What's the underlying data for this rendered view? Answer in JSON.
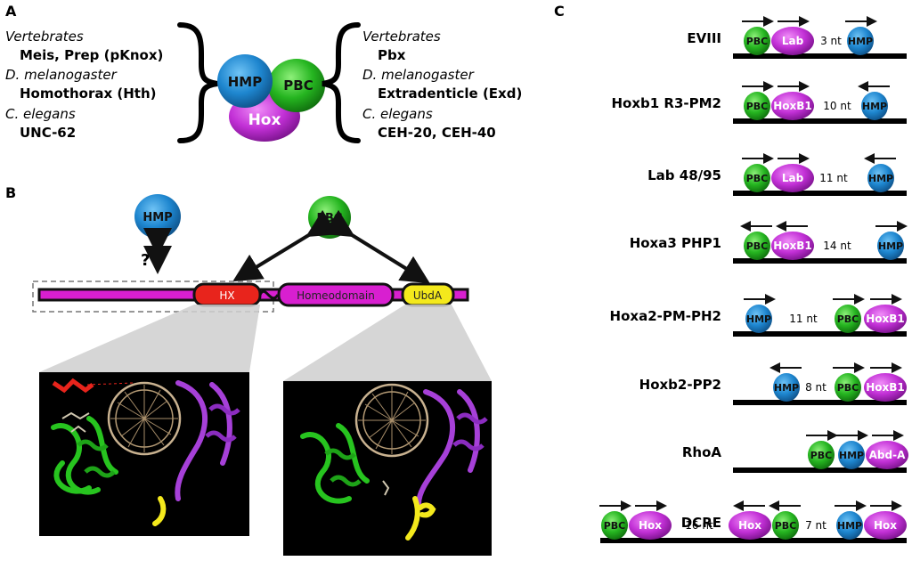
{
  "panel_labels": {
    "a": "A",
    "b": "B",
    "c": "C"
  },
  "panel_a": {
    "left_groups": [
      {
        "organism": "Vertebrates",
        "genes": "Meis, Prep (pKnox)"
      },
      {
        "organism": "D. melanogaster",
        "genes": "Homothorax (Hth)"
      },
      {
        "organism": "C. elegans",
        "genes": "UNC-62"
      }
    ],
    "right_groups": [
      {
        "organism": "Vertebrates",
        "genes": "Pbx"
      },
      {
        "organism": "D. melanogaster",
        "genes": "Extradenticle (Exd)"
      },
      {
        "organism": "C. elegans",
        "genes": "CEH-20, CEH-40"
      }
    ],
    "complex": {
      "hmp": "HMP",
      "pbc": "PBC",
      "hox": "Hox"
    }
  },
  "panel_b": {
    "hmp": "HMP",
    "pbc": "PBC",
    "question": "?",
    "domains": {
      "hx": "HX",
      "homeodomain": "Homeodomain",
      "ubda": "UbdA"
    }
  },
  "panel_c": {
    "colors": {
      "hmp": "#1e7fc2",
      "pbc": "#22a81e",
      "hox": "#b92bc9",
      "dna": "#000000"
    },
    "rows": [
      {
        "name": "EVIII",
        "elements": [
          {
            "type": "pbc",
            "label": "PBC",
            "arrow": "right"
          },
          {
            "type": "hox",
            "label": "Lab",
            "arrow": "right"
          },
          {
            "type": "spacer",
            "label": "3 nt"
          },
          {
            "type": "hmp",
            "label": "HMP",
            "arrow": "right"
          }
        ]
      },
      {
        "name": "Hoxb1 R3-PM2",
        "elements": [
          {
            "type": "pbc",
            "label": "PBC",
            "arrow": "right"
          },
          {
            "type": "hox",
            "label": "HoxB1",
            "arrow": "right"
          },
          {
            "type": "spacer",
            "label": "10 nt"
          },
          {
            "type": "hmp",
            "label": "HMP",
            "arrow": "left"
          }
        ]
      },
      {
        "name": "Lab 48/95",
        "elements": [
          {
            "type": "pbc",
            "label": "PBC",
            "arrow": "right"
          },
          {
            "type": "hox",
            "label": "Lab",
            "arrow": "right"
          },
          {
            "type": "spacer",
            "label": "11 nt"
          },
          {
            "type": "hmp",
            "label": "HMP",
            "arrow": "left"
          }
        ]
      },
      {
        "name": "Hoxa3 PHP1",
        "elements": [
          {
            "type": "pbc",
            "label": "PBC",
            "arrow": "left"
          },
          {
            "type": "hox",
            "label": "HoxB1",
            "arrow": "left"
          },
          {
            "type": "spacer",
            "label": "14 nt"
          },
          {
            "type": "hmp",
            "label": "HMP",
            "arrow": "right"
          }
        ]
      },
      {
        "name": "Hoxa2-PM-PH2",
        "elements": [
          {
            "type": "hmp",
            "label": "HMP",
            "arrow": "right"
          },
          {
            "type": "spacer",
            "label": "11 nt"
          },
          {
            "type": "pbc",
            "label": "PBC",
            "arrow": "right"
          },
          {
            "type": "hox",
            "label": "HoxB1",
            "arrow": "right"
          }
        ]
      },
      {
        "name": "Hoxb2-PP2",
        "elements": [
          {
            "type": "hmp",
            "label": "HMP",
            "arrow": "left"
          },
          {
            "type": "spacer",
            "label": "8 nt"
          },
          {
            "type": "pbc",
            "label": "PBC",
            "arrow": "right"
          },
          {
            "type": "hox",
            "label": "HoxB1",
            "arrow": "right"
          }
        ]
      },
      {
        "name": "RhoA",
        "elements": [
          {
            "type": "pbc",
            "label": "PBC",
            "arrow": "right"
          },
          {
            "type": "hmp",
            "label": "HMP",
            "arrow": "right"
          },
          {
            "type": "hox",
            "label": "Abd-A",
            "arrow": "right"
          }
        ]
      },
      {
        "name": "DCRE",
        "elements": [
          {
            "type": "pbc",
            "label": "PBC",
            "arrow": "right"
          },
          {
            "type": "hox",
            "label": "Hox",
            "arrow": "right"
          },
          {
            "type": "spacer",
            "label": "16 nt"
          },
          {
            "type": "hox",
            "label": "Hox",
            "arrow": "left"
          },
          {
            "type": "pbc",
            "label": "PBC",
            "arrow": "left"
          },
          {
            "type": "spacer",
            "label": "7 nt"
          },
          {
            "type": "hmp",
            "label": "HMP",
            "arrow": "right"
          },
          {
            "type": "hox",
            "label": "Hox",
            "arrow": "right"
          }
        ]
      }
    ]
  }
}
